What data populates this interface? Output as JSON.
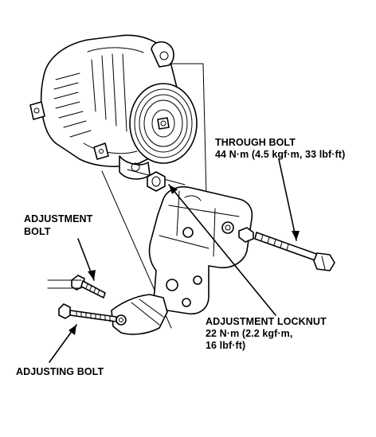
{
  "labels": {
    "through_bolt": {
      "title": "THROUGH BOLT",
      "spec": "44 N·m (4.5 kgf·m, 33 lbf·ft)"
    },
    "adjustment_bolt": {
      "line1": "ADJUSTMENT",
      "line2": "BOLT"
    },
    "adjustment_locknut": {
      "title": "ADJUSTMENT LOCKNUT",
      "spec1": "22 N·m (2.2 kgf·m,",
      "spec2": "16 lbf·ft)"
    },
    "adjusting_bolt": {
      "title": "ADJUSTING BOLT"
    }
  },
  "colors": {
    "ink": "#000000",
    "paper": "#ffffff"
  }
}
